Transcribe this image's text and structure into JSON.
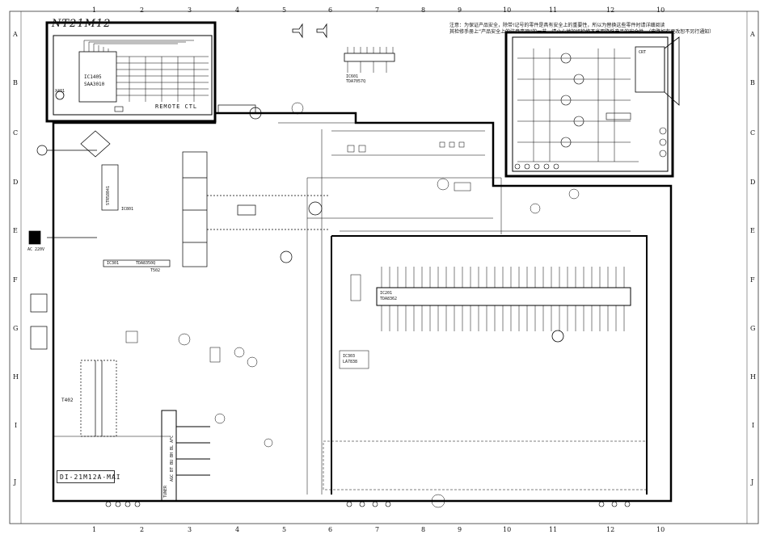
{
  "title": "NT21M12",
  "notes": [
    "注意：为保证产品安全，除带!记号的零件是具有安全上的重要性，所以为替换这些零件时请详细阅读",
    "其检修手册上“产品安全上的注意事项”的一节，请小心地加组检修不当而降低产品的安全性。（电路如有更改恕不另行通知）"
  ],
  "grid_columns": [
    "1",
    "2",
    "3",
    "4",
    "5",
    "6",
    "7",
    "8",
    "9",
    "10",
    "11",
    "12",
    "10"
  ],
  "grid_rows": [
    "A",
    "B",
    "C",
    "D",
    "E",
    "F",
    "G",
    "H",
    "I",
    "J"
  ],
  "remote_block": {
    "ic_name": "IC1405",
    "ic_part": "SAA3010",
    "caption": "REMOTE CTL",
    "crystal": "X401"
  },
  "board_id": "DI-21M12A-MAI",
  "component_labels": {
    "audio_ic": "TDA7057Q",
    "audio_ic_ref": "IC601",
    "power_ic": "STR58041",
    "power_ic_ref": "IC801",
    "vert_ic": "TDA8350Q",
    "vert_ic_ref": "IC301",
    "main_ic": "TDA8362",
    "main_ic_ref": "IC201",
    "small_ic": "IC303",
    "small_ic_part": "LA7838",
    "tuner": "TUNER",
    "tuner_pins": "AGC BT BU BH BL AFC",
    "ac_in": "AC 220V",
    "transformer": "T402",
    "fbt": "T502",
    "crt": "CRT"
  }
}
